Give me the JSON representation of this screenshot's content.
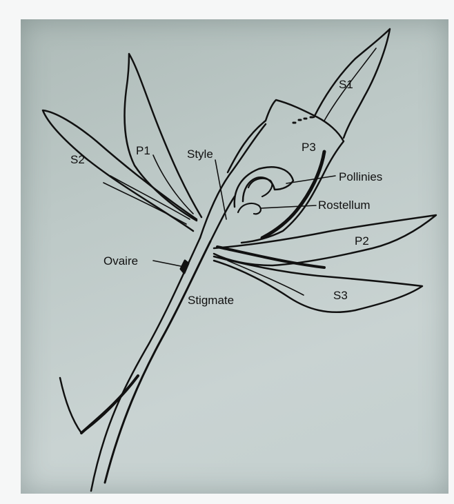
{
  "labels": {
    "s1": "S1",
    "s2": "S2",
    "s3": "S3",
    "p1": "P1",
    "p2": "P2",
    "p3": "P3",
    "style": "Style",
    "pollinies": "Pollinies",
    "rostellum": "Rostellum",
    "ovaire": "Ovaire",
    "stigmate": "Stigmate"
  },
  "colors": {
    "background": "#f6f7f7",
    "paper": "#bdc9c7",
    "ink": "#111111"
  }
}
